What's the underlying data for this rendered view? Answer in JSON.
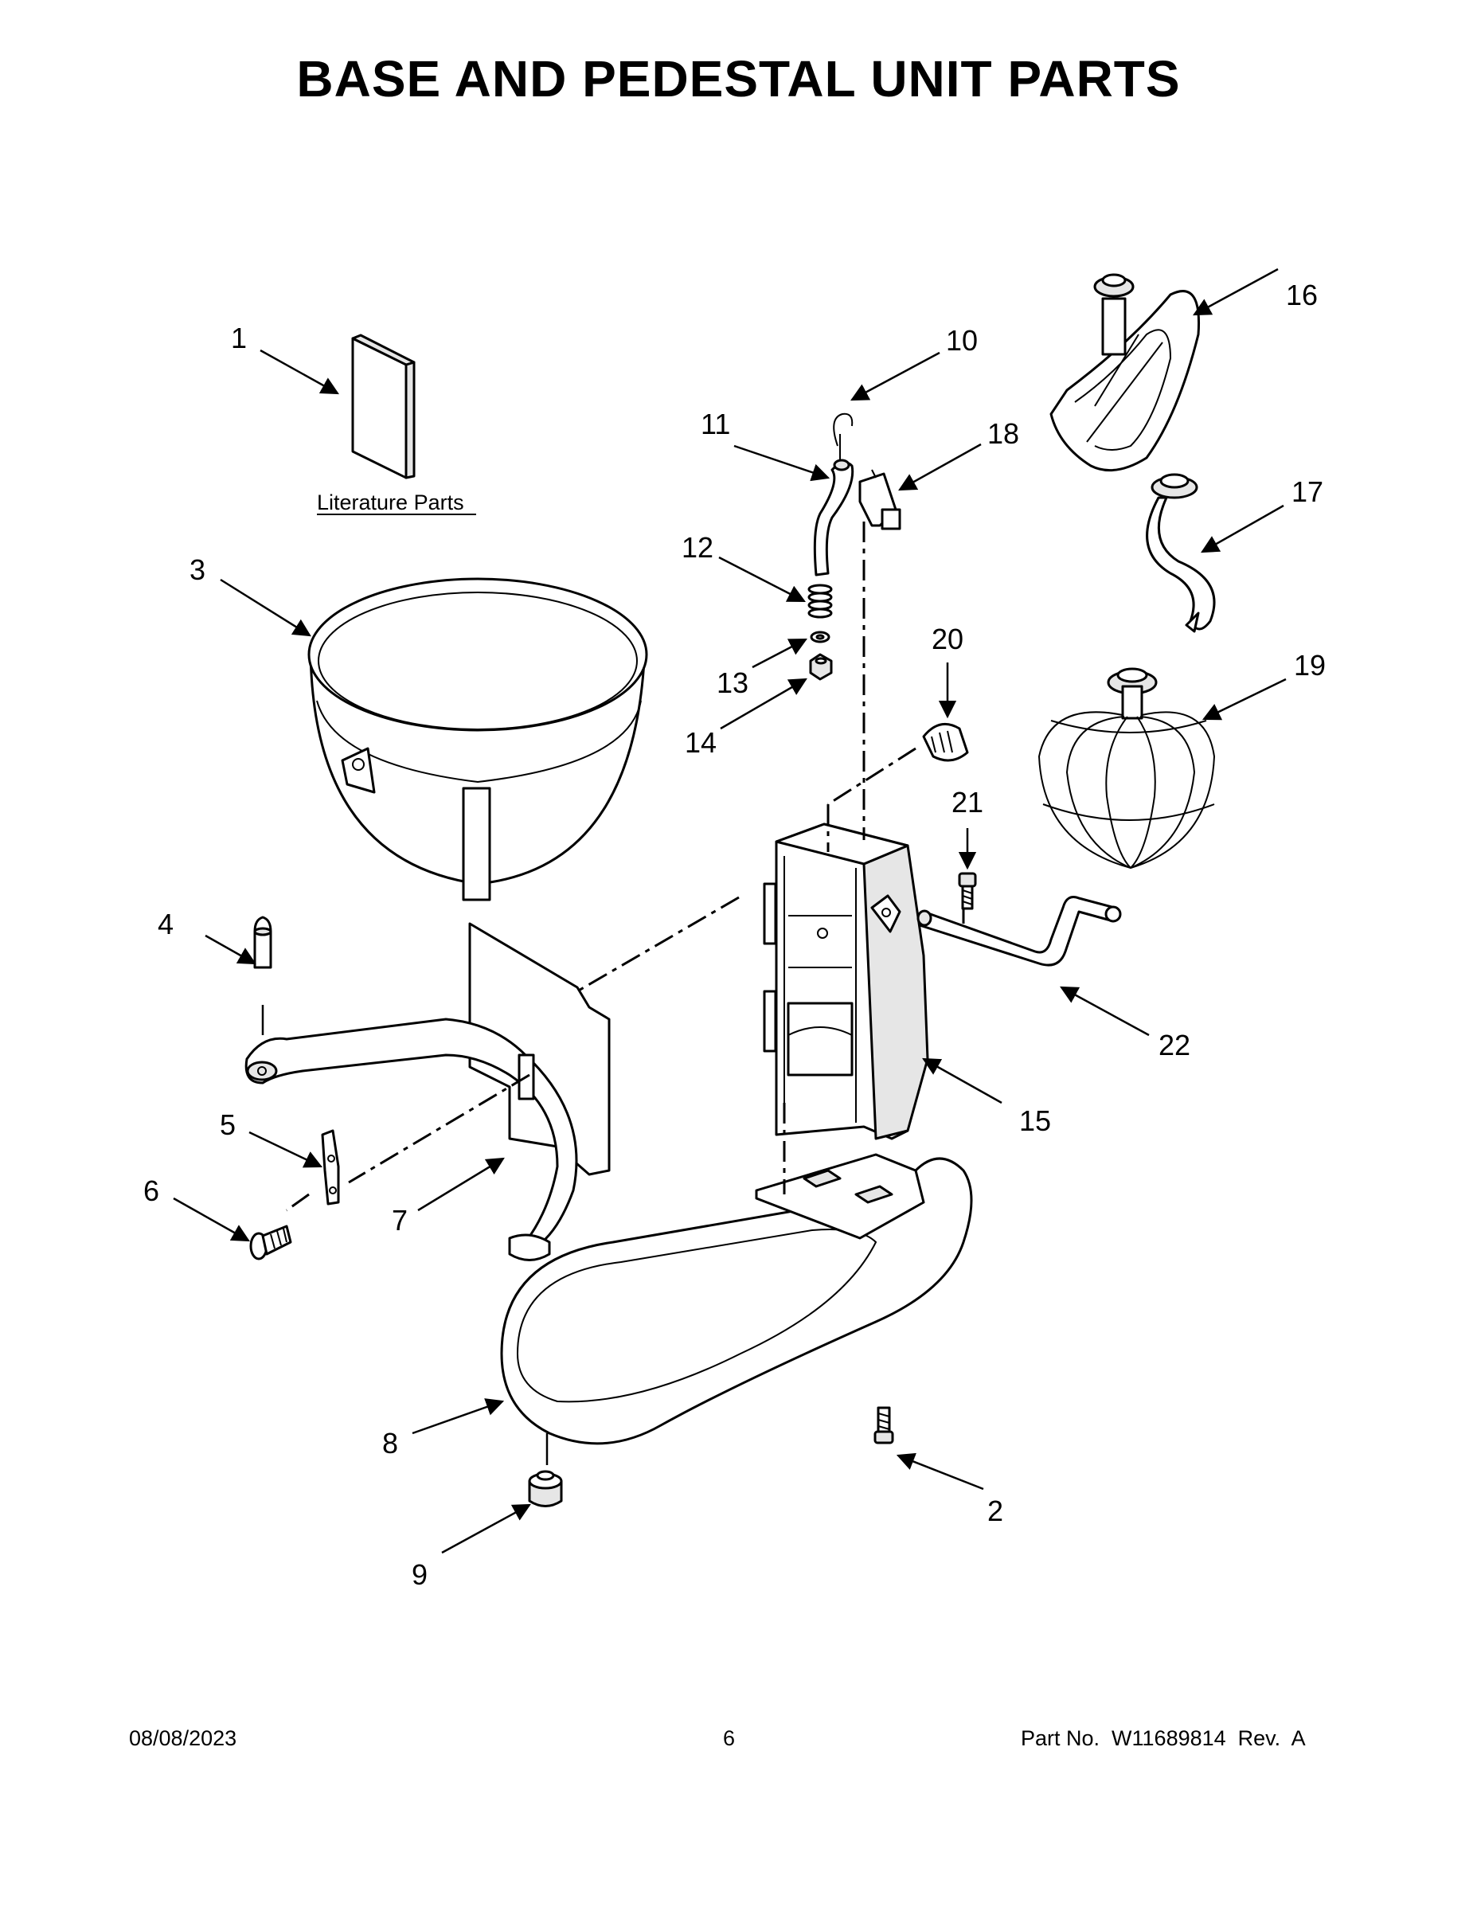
{
  "title": "BASE AND PEDESTAL UNIT PARTS",
  "literature_label": "Literature Parts",
  "callouts": [
    "1",
    "2",
    "3",
    "4",
    "5",
    "6",
    "7",
    "8",
    "9",
    "10",
    "11",
    "12",
    "13",
    "14",
    "15",
    "16",
    "17",
    "18",
    "19",
    "20",
    "21",
    "22"
  ],
  "footer": {
    "date": "08/08/2023",
    "page": "6",
    "part_no": "Part No.  W11689814  Rev.  A"
  }
}
